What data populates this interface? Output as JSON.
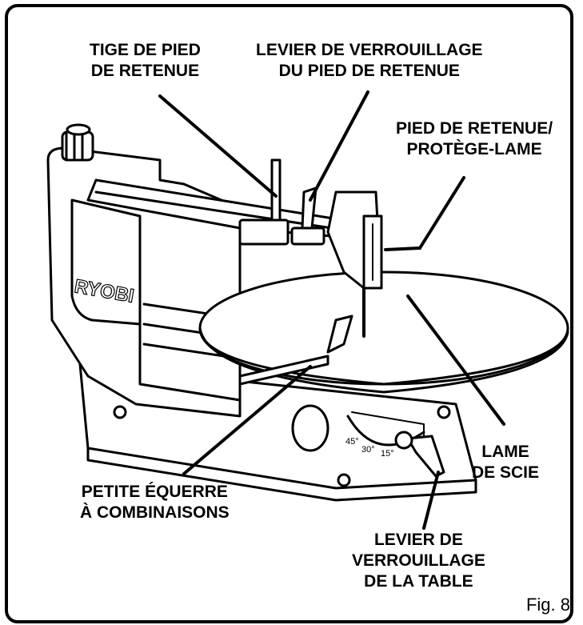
{
  "callouts": {
    "tige": "TIGE DE PIED\nDE RETENUE",
    "levier_pied": "LEVIER DE VERROUILLAGE\nDU PIED DE RETENUE",
    "pied_protege": "PIED DE RETENUE/\nPROTÈGE-LAME",
    "lame": "LAME\nDE SCIE",
    "equerre": "PETITE ÉQUERRE\nÀ COMBINAISONS",
    "levier_table": "LEVIER DE\nVERROUILLAGE\nDE LA TABLE"
  },
  "figure_label": "Fig. 8",
  "brand_logo": "RYOBI",
  "scale_marks": [
    "45°",
    "30°",
    "15°"
  ]
}
